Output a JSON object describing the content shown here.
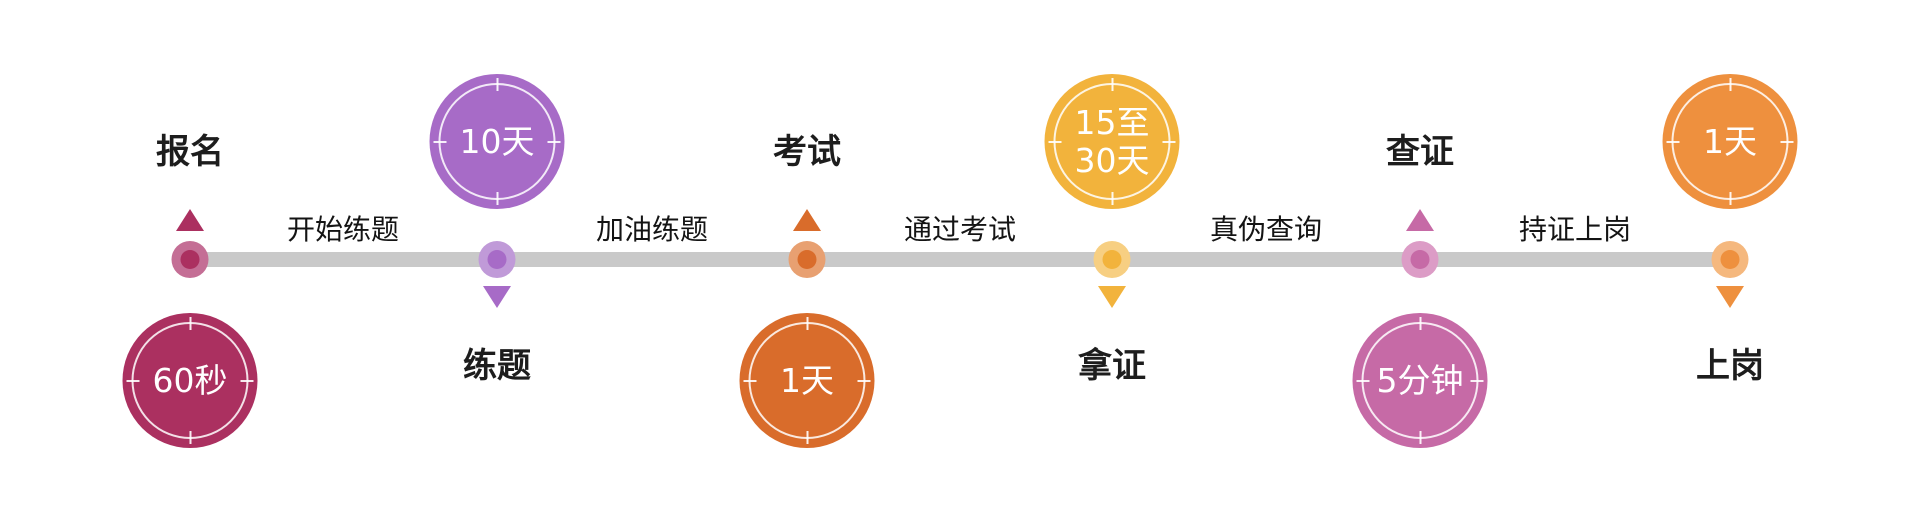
{
  "colors": {
    "track": "#c9c9c9",
    "text": "#1d1d1d"
  },
  "nodes": [
    {
      "label": "报名",
      "duration": "60秒",
      "color": "#ab3060",
      "color_light": "#c46e95"
    },
    {
      "label": "练题",
      "duration": "10天",
      "color": "#a76bc7",
      "color_light": "#c09ad8"
    },
    {
      "label": "考试",
      "duration": "1天",
      "color": "#d96c2b",
      "color_light": "#e8a071"
    },
    {
      "label": "拿证",
      "duration": "15至\n30天",
      "color": "#f2b33c",
      "color_light": "#f7cf82"
    },
    {
      "label": "查证",
      "duration": "5分钟",
      "color": "#c66aa6",
      "color_light": "#dc9cc6"
    },
    {
      "label": "上岗",
      "duration": "1天",
      "color": "#ee903e",
      "color_light": "#f5b87e"
    }
  ],
  "transitions": [
    {
      "label": "开始练题"
    },
    {
      "label": "加油练题"
    },
    {
      "label": "通过考试"
    },
    {
      "label": "真伪查询"
    },
    {
      "label": "持证上岗"
    }
  ]
}
